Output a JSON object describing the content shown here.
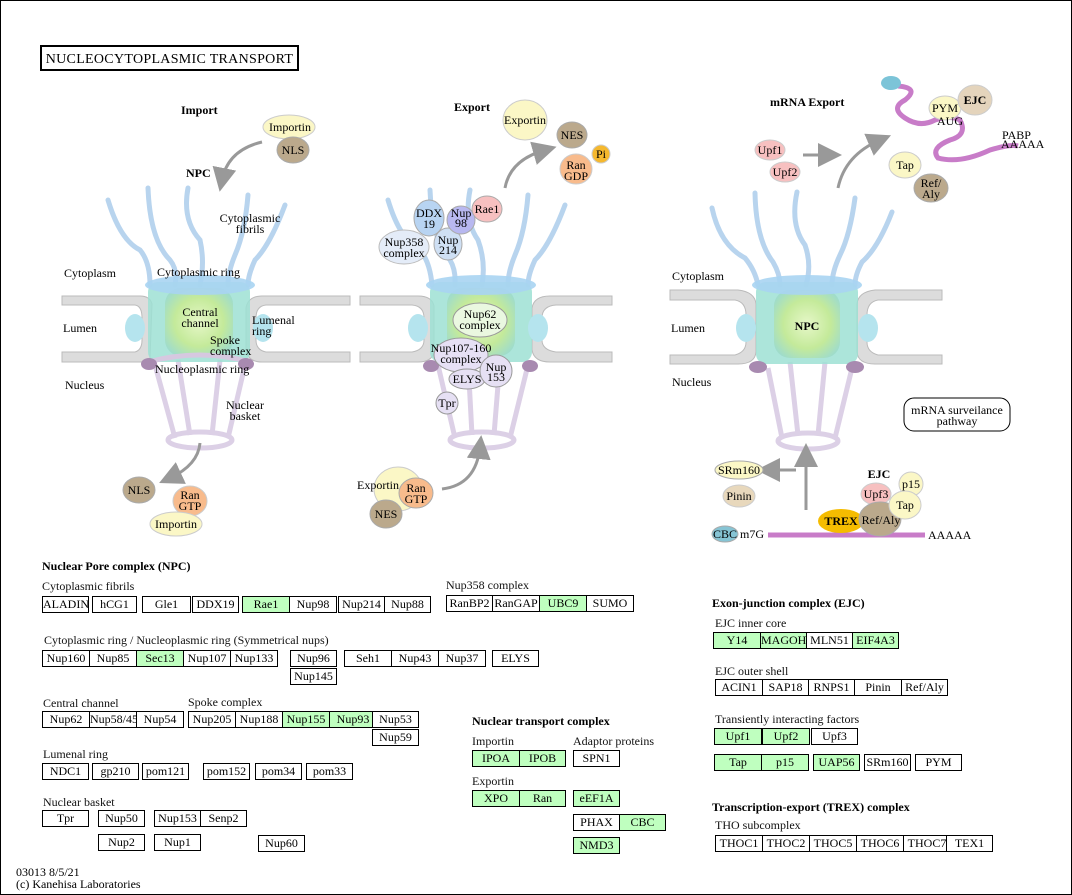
{
  "title": "NUCLEOCYTOPLASMIC  TRANSPORT",
  "footer": {
    "id_date": "03013 8/5/21",
    "copyright": "(c) Kanehisa Laboratories"
  },
  "highlight_color": "#bfffbf",
  "diagram": {
    "import": {
      "heading": "Import",
      "npc": "NPC",
      "cytoplasmic_fibrils": [
        "Cytoplasmic",
        "fibrils"
      ],
      "cytoplasm": "Cytoplasm",
      "cytoplasmic_ring": "Cytoplasmic ring",
      "lumen": "Lumen",
      "central_channel": [
        "Central",
        "channel"
      ],
      "lumenal_ring": [
        "Lumenal",
        "ring"
      ],
      "spoke_complex": [
        "Spoke",
        "complex"
      ],
      "nucleoplasmic_ring": "Nucleoplasmic ring",
      "nucleus": "Nucleus",
      "nuclear_basket": [
        "Nuclear",
        "basket"
      ],
      "importin": "Importin",
      "nls": "NLS",
      "ran": "Ran",
      "gtp": "GTP"
    },
    "export": {
      "heading": "Export",
      "exportin": "Exportin",
      "nes": "NES",
      "pi": "Pi",
      "ran": "Ran",
      "gdp": "GDP",
      "gtp": "GTP",
      "ddx19": [
        "DDX",
        "19"
      ],
      "nup98": [
        "Nup",
        "98"
      ],
      "rae1": "Rae1",
      "nup358": [
        "Nup358",
        "complex"
      ],
      "nup214": [
        "Nup",
        "214"
      ],
      "nup62": [
        "Nup62",
        "complex"
      ],
      "nup107": [
        "Nup107-160",
        "complex"
      ],
      "elys": "ELYS",
      "nup153": [
        "Nup",
        "153"
      ],
      "tpr": "Tpr"
    },
    "mrna": {
      "heading": "mRNA Export",
      "upf1": "Upf1",
      "upf2": "Upf2",
      "pym": "PYM",
      "ejc": "EJC",
      "aug": "AUG",
      "pabp": "PABP",
      "polya": "AAAAA",
      "tap": "Tap",
      "refaly": [
        "Ref/",
        "Aly"
      ],
      "cytoplasm": "Cytoplasm",
      "lumen": "Lumen",
      "nucleus": "Nucleus",
      "npc": "NPC",
      "surveillance": [
        "mRNA surveilance",
        "pathway"
      ],
      "srm160": "SRm160",
      "pinin": "Pinin",
      "ejc2": "EJC",
      "p15": "p15",
      "upf3": "Upf3",
      "tap2": "Tap",
      "trex": "TREX",
      "refaly2": "Ref/Aly",
      "cbc": "CBC",
      "m7g": "m7G",
      "polya2": "AAAAA"
    }
  },
  "npc_section": {
    "heading": "Nuclear Pore complex (NPC)",
    "cyto_fibrils": "Cytoplasmic fibrils",
    "nup358_complex": "Nup358 complex",
    "rings": "Cytoplasmic ring / Nucleoplasmic ring (Symmetrical nups)",
    "central": "Central channel",
    "spoke": "Spoke complex",
    "lumenal": "Lumenal ring",
    "basket": "Nuclear basket"
  },
  "transport_section": {
    "heading": "Nuclear transport complex",
    "importin": "Importin",
    "adaptor": "Adaptor proteins",
    "exportin": "Exportin"
  },
  "ejc_section": {
    "heading": "Exon-junction complex (EJC)",
    "inner": "EJC inner core",
    "outer": "EJC outer shell",
    "transient": "Transiently interacting factors"
  },
  "trex_section": {
    "heading": "Transcription-export (TREX) complex",
    "tho": "THO subcomplex"
  },
  "gene_groups": [
    {
      "genes": [
        {
          "n": "ALADIN",
          "w": 46
        }
      ]
    },
    {
      "genes": [
        {
          "n": "hCG1",
          "w": 44
        }
      ]
    },
    {
      "genes": [
        {
          "n": "Gle1",
          "w": 48
        }
      ]
    },
    {
      "genes": [
        {
          "n": "DDX19",
          "w": 46
        }
      ]
    },
    {
      "genes": [
        {
          "n": "Rae1",
          "w": 47,
          "hl": true
        },
        {
          "n": "Nup98",
          "w": 47
        }
      ]
    },
    {
      "genes": [
        {
          "n": "Nup214",
          "w": 46
        },
        {
          "n": "Nup88",
          "w": 46
        }
      ]
    },
    {
      "genes": [
        {
          "n": "RanBP2",
          "w": 46
        },
        {
          "n": "RanGAP",
          "w": 47
        },
        {
          "n": "UBC9",
          "w": 47,
          "hl": true
        },
        {
          "n": "SUMO",
          "w": 47
        }
      ]
    },
    {
      "genes": [
        {
          "n": "Nup160",
          "w": 47
        },
        {
          "n": "Nup85",
          "w": 47
        },
        {
          "n": "Sec13",
          "w": 47,
          "hl": true
        },
        {
          "n": "Nup107",
          "w": 47
        },
        {
          "n": "Nup133",
          "w": 47
        }
      ]
    },
    {
      "genes": [
        {
          "n": "Nup96",
          "w": 46
        }
      ]
    },
    {
      "genes": [
        {
          "n": "Nup145",
          "w": 46
        }
      ]
    },
    {
      "genes": [
        {
          "n": "Seh1",
          "w": 47
        },
        {
          "n": "Nup43",
          "w": 47
        },
        {
          "n": "Nup37",
          "w": 47
        }
      ]
    },
    {
      "genes": [
        {
          "n": "ELYS",
          "w": 46
        }
      ]
    },
    {
      "genes": [
        {
          "n": "Nup62",
          "w": 47
        },
        {
          "n": "Nup58/45",
          "w": 47
        },
        {
          "n": "Nup54",
          "w": 47
        }
      ]
    },
    {
      "genes": [
        {
          "n": "Nup205",
          "w": 47
        },
        {
          "n": "Nup188",
          "w": 47
        },
        {
          "n": "Nup155",
          "w": 47,
          "hl": true
        },
        {
          "n": "Nup93",
          "w": 47,
          "hl": true
        }
      ]
    },
    {
      "genes": [
        {
          "n": "Nup53",
          "w": 46
        }
      ]
    },
    {
      "genes": [
        {
          "n": "Nup59",
          "w": 46
        }
      ]
    },
    {
      "genes": [
        {
          "n": "NDC1",
          "w": 46
        }
      ]
    },
    {
      "genes": [
        {
          "n": "gp210",
          "w": 46
        }
      ]
    },
    {
      "genes": [
        {
          "n": "pom121",
          "w": 46
        }
      ]
    },
    {
      "genes": [
        {
          "n": "pom152",
          "w": 46
        }
      ]
    },
    {
      "genes": [
        {
          "n": "pom34",
          "w": 46
        }
      ]
    },
    {
      "genes": [
        {
          "n": "pom33",
          "w": 46
        }
      ]
    },
    {
      "genes": [
        {
          "n": "Tpr",
          "w": 46
        }
      ]
    },
    {
      "genes": [
        {
          "n": "Nup50",
          "w": 46
        }
      ]
    },
    {
      "genes": [
        {
          "n": "Nup153",
          "w": 46
        },
        {
          "n": "Senp2",
          "w": 46
        }
      ]
    },
    {
      "genes": [
        {
          "n": "Nup2",
          "w": 46
        }
      ]
    },
    {
      "genes": [
        {
          "n": "Nup1",
          "w": 46
        }
      ]
    },
    {
      "genes": [
        {
          "n": "Nup60",
          "w": 46
        }
      ]
    },
    {
      "genes": [
        {
          "n": "IPOA",
          "w": 47,
          "hl": true
        },
        {
          "n": "IPOB",
          "w": 46,
          "hl": true
        }
      ]
    },
    {
      "genes": [
        {
          "n": "SPN1",
          "w": 46
        }
      ]
    },
    {
      "genes": [
        {
          "n": "XPO",
          "w": 47,
          "hl": true
        },
        {
          "n": "Ran",
          "w": 46,
          "hl": true
        }
      ]
    },
    {
      "genes": [
        {
          "n": "eEF1A",
          "w": 46,
          "hl": true
        }
      ]
    },
    {
      "genes": [
        {
          "n": "PHAX",
          "w": 46
        },
        {
          "n": "CBC",
          "w": 46,
          "hl": true
        }
      ]
    },
    {
      "genes": [
        {
          "n": "NMD3",
          "w": 46,
          "hl": true
        }
      ]
    },
    {
      "genes": [
        {
          "n": "Y14",
          "w": 47,
          "hl": true
        },
        {
          "n": "MAGOH",
          "w": 46,
          "hl": true
        },
        {
          "n": "MLN51",
          "w": 46
        },
        {
          "n": "EIF4A3",
          "w": 46,
          "hl": true
        }
      ]
    },
    {
      "genes": [
        {
          "n": "ACIN1",
          "w": 47
        },
        {
          "n": "SAP18",
          "w": 46
        },
        {
          "n": "RNPS1",
          "w": 46
        },
        {
          "n": "Pinin",
          "w": 47
        },
        {
          "n": "Ref/Aly",
          "w": 46
        }
      ]
    },
    {
      "genes": [
        {
          "n": "Upf1",
          "w": 47,
          "hl": true
        }
      ]
    },
    {
      "genes": [
        {
          "n": "Upf2",
          "w": 47,
          "hl": true
        }
      ]
    },
    {
      "genes": [
        {
          "n": "Upf3",
          "w": 46
        }
      ]
    },
    {
      "genes": [
        {
          "n": "Tap",
          "w": 47,
          "hl": true
        },
        {
          "n": "p15",
          "w": 47,
          "hl": true
        }
      ]
    },
    {
      "genes": [
        {
          "n": "UAP56",
          "w": 46,
          "hl": true
        }
      ]
    },
    {
      "genes": [
        {
          "n": "SRm160",
          "w": 46
        }
      ]
    },
    {
      "genes": [
        {
          "n": "PYM",
          "w": 46
        }
      ]
    },
    {
      "genes": [
        {
          "n": "THOC1",
          "w": 47
        },
        {
          "n": "THOC2",
          "w": 47
        },
        {
          "n": "THOC5",
          "w": 47
        },
        {
          "n": "THOC6",
          "w": 47
        },
        {
          "n": "THOC7",
          "w": 47
        }
      ]
    },
    {
      "genes": [
        {
          "n": "TEX1",
          "w": 46
        }
      ]
    }
  ]
}
